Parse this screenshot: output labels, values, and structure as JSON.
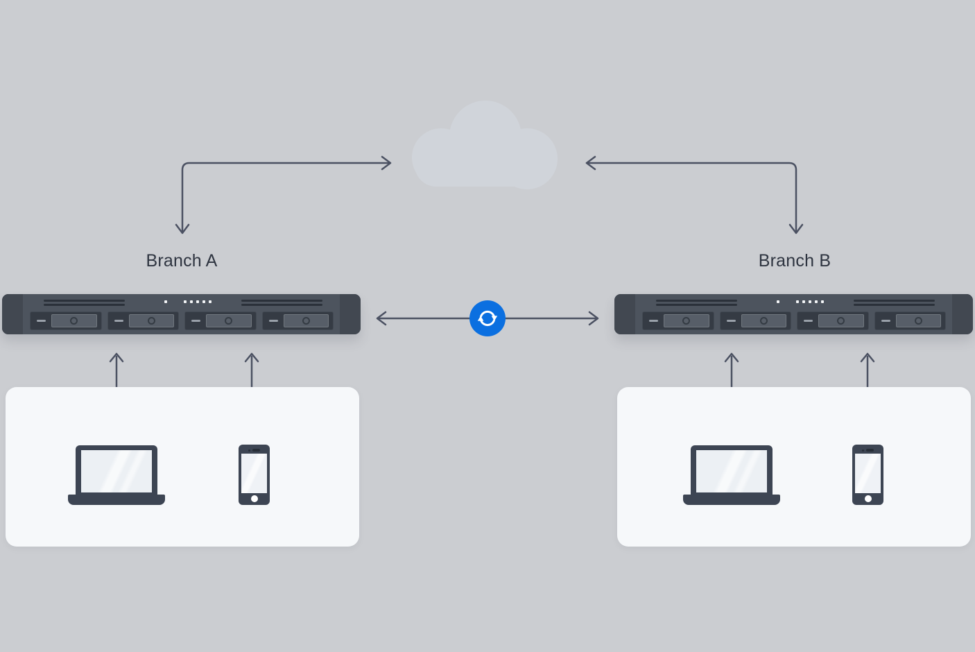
{
  "diagram": {
    "type": "site-to-site sync topology",
    "cloud": {
      "icon": "cloud-icon"
    },
    "branches": [
      {
        "label": "Branch A",
        "server_icon": "nas-server-icon",
        "clients": [
          "laptop-icon",
          "smartphone-icon"
        ]
      },
      {
        "label": "Branch B",
        "server_icon": "nas-server-icon",
        "clients": [
          "laptop-icon",
          "smartphone-icon"
        ]
      }
    ],
    "sync": {
      "icon": "sync-icon",
      "color": "#0b6fe0"
    },
    "colors": {
      "background": "#cbcdd1",
      "cloud_fill": "#d2d6dd",
      "connector": "#4b5162",
      "label_text": "#2e3440",
      "server_body": "#4d545e",
      "server_cap": "#424851",
      "device_dark": "#3d4553",
      "client_panel": "#f6f8fa",
      "sync_badge": "#0b6fe0"
    }
  }
}
